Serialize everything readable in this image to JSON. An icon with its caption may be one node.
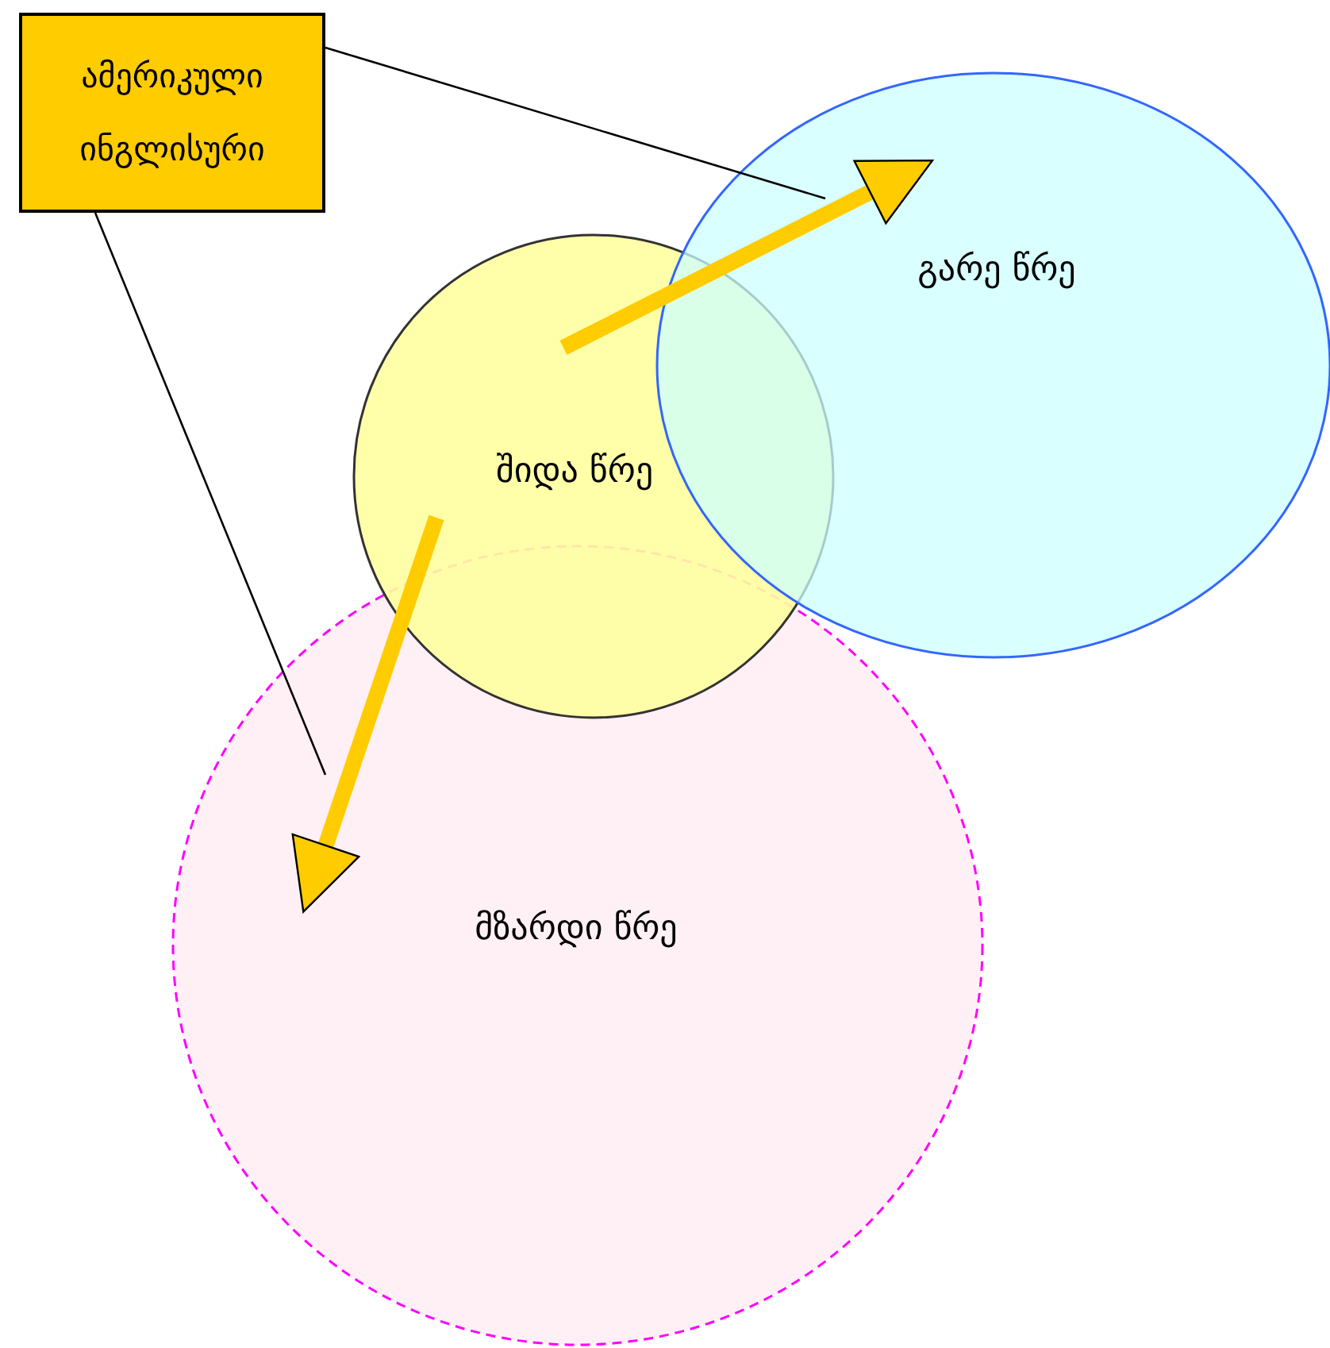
{
  "diagram": {
    "nodes": [
      {
        "text": [
          "ამერიკული ინგლისური"
        ]
      },
      {
        "text": [
          "გარე წრე"
        ]
      },
      {
        "text": [
          "შიდა წრე"
        ]
      },
      {
        "text": [
          "მზარდი წრე"
        ]
      }
    ],
    "edges": [
      {
        "from": 0,
        "to": 1,
        "arrow": "none"
      },
      {
        "from": 0,
        "to": 3,
        "arrow": "none"
      },
      {
        "from": 2,
        "to": 1,
        "arrow": "to",
        "style": "thick",
        "color": "#ffcc00"
      },
      {
        "from": 2,
        "to": 3,
        "arrow": "to",
        "style": "thick",
        "color": "#ffcc00"
      }
    ]
  }
}
